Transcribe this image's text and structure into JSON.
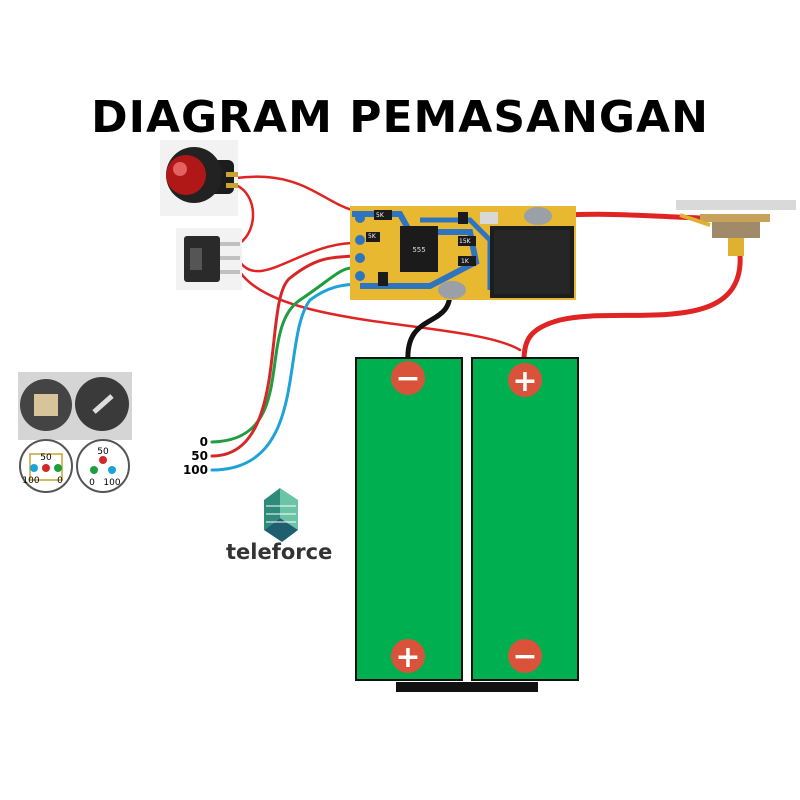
{
  "title": "DIAGRAM PEMASANGAN",
  "brand": {
    "name": "teleforce",
    "icon": "teleforce-logo-icon"
  },
  "module": {
    "chip_label": "555",
    "resistor_labels": [
      "5K",
      "5K",
      "15K",
      "1K"
    ]
  },
  "potentiometer": {
    "wire_labels": [
      "0",
      "50",
      "100"
    ],
    "wire_colors": [
      "#1f9d3f",
      "#d62728",
      "#1ea3d8"
    ],
    "key_left": {
      "top": "50",
      "bottom_left": "100",
      "bottom_right": "0"
    },
    "key_right": {
      "top": "50",
      "bottom_left": "0",
      "bottom_right": "100"
    }
  },
  "batteries": [
    {
      "top_terminal": "−",
      "bottom_terminal": "+"
    },
    {
      "top_terminal": "+",
      "bottom_terminal": "−"
    }
  ],
  "colors": {
    "pcb": "#e8b830",
    "battery": "#00b050",
    "terminal": "#d9533b",
    "wire_red": "#e02424",
    "wire_black": "#111111"
  }
}
